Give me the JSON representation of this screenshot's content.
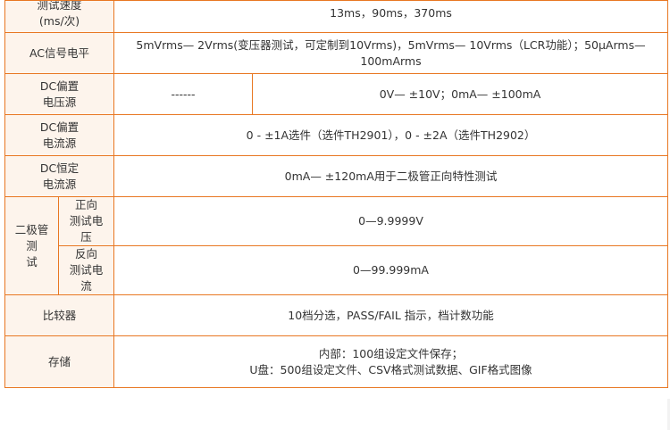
{
  "rows": {
    "speed": {
      "label": [
        "测试速度",
        "(ms/次)"
      ],
      "value": "13ms，90ms，370ms"
    },
    "ac_level": {
      "label": "AC信号电平",
      "value": [
        "5mVrms— 2Vrms(变压器测试，可定制到10Vrms)，5mVrms— 10Vrms（LCR功能）；50μArms—",
        "100mArms"
      ]
    },
    "dc_bias_v": {
      "label": [
        "DC偏置",
        "电压源"
      ],
      "value_left": "------",
      "value_right": "0V— ±10V；0mA— ±100mA"
    },
    "dc_bias_i": {
      "label": [
        "DC偏置",
        "电流源"
      ],
      "value": "0 - ±1A选件（选件TH2901），0 - ±2A（选件TH2902）"
    },
    "dc_const": {
      "label": [
        "DC恒定",
        "电流源"
      ],
      "value": "0mA— ±120mA用于二极管正向特性测试"
    },
    "diode": {
      "label": [
        "二极管测",
        "试"
      ],
      "forward": {
        "label": [
          "正向",
          "测试电压"
        ],
        "value": "0—9.9999V"
      },
      "reverse": {
        "label": [
          "反向",
          "测试电流"
        ],
        "value": "0—99.999mA"
      }
    },
    "comparator": {
      "label": "比较器",
      "value": "10档分选，PASS/FAIL 指示，档计数功能"
    },
    "storage": {
      "label": "存储",
      "value": [
        "内部：100组设定文件保存；",
        "U盘：500组设定文件、CSV格式测试数据、GIF格式图像"
      ]
    }
  },
  "colors": {
    "border": "#e87722",
    "header_bg": "#fdf4ec",
    "text": "#333333"
  }
}
